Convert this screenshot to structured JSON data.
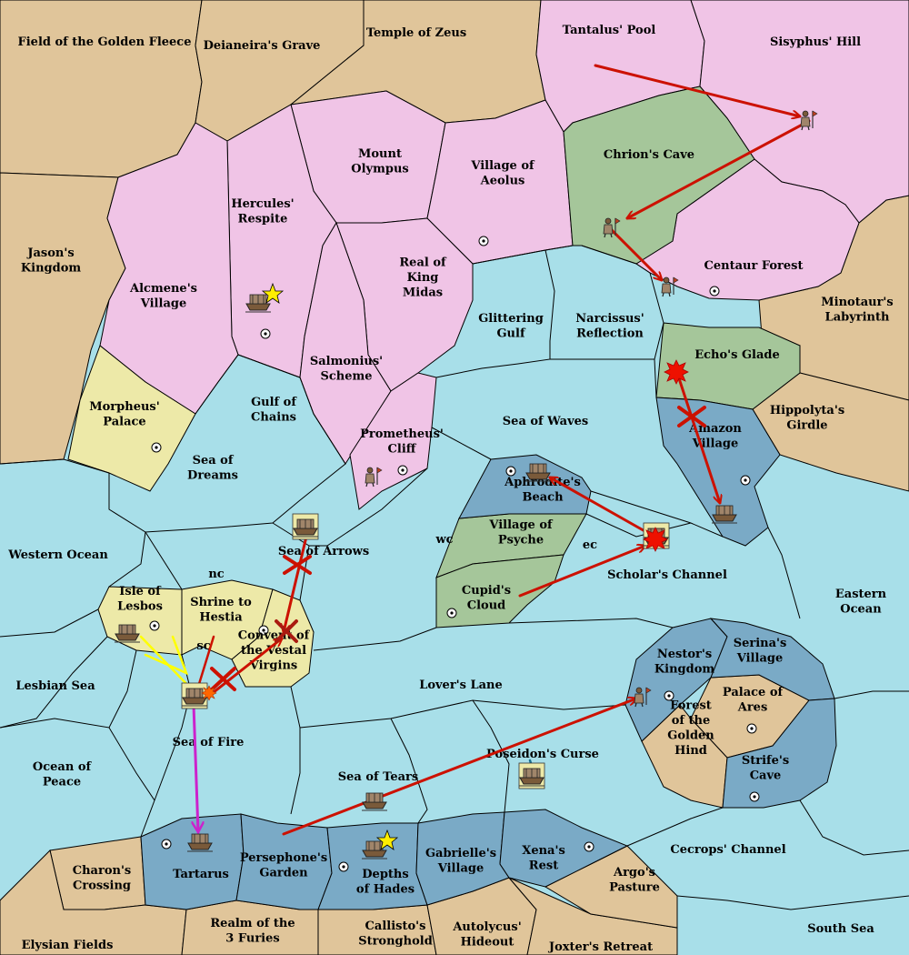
{
  "colors": {
    "land": "#e0c59a",
    "player_pink": "#f0c4e6",
    "player_green": "#a5c69a",
    "player_yellow": "#ede9a8",
    "sea": "#a8dfe9",
    "player_blue": "#7aaac6",
    "move_arrow": "#cc1100",
    "retreat_arrow": "#cc22cc",
    "support_arrow": "#ffff00",
    "supply_star": "#ffee00"
  },
  "territories": [
    {
      "key": "golden_fleece",
      "lines": [
        "Field of the Golden Fleece"
      ]
    },
    {
      "key": "deianeira",
      "lines": [
        "Deianeira's Grave"
      ]
    },
    {
      "key": "zeus",
      "lines": [
        "Temple of Zeus"
      ]
    },
    {
      "key": "tantalus",
      "lines": [
        "Tantalus' Pool"
      ]
    },
    {
      "key": "sisyphus",
      "lines": [
        "Sisyphus' Hill"
      ]
    },
    {
      "key": "olympus",
      "lines": [
        "Mount",
        "Olympus"
      ]
    },
    {
      "key": "aeolus",
      "lines": [
        "Village of",
        "Aeolus"
      ]
    },
    {
      "key": "chiron",
      "lines": [
        "Chrion's Cave"
      ]
    },
    {
      "key": "hercules",
      "lines": [
        "Hercules'",
        "Respite"
      ]
    },
    {
      "key": "jason",
      "lines": [
        "Jason's",
        "Kingdom"
      ]
    },
    {
      "key": "centaur",
      "lines": [
        "Centaur Forest"
      ]
    },
    {
      "key": "midas",
      "lines": [
        "Real of",
        "King",
        "Midas"
      ]
    },
    {
      "key": "alcmene",
      "lines": [
        "Alcmene's",
        "Village"
      ]
    },
    {
      "key": "minotaur",
      "lines": [
        "Minotaur's",
        "Labyrinth"
      ]
    },
    {
      "key": "glittering",
      "lines": [
        "Glittering",
        "Gulf"
      ]
    },
    {
      "key": "narcissus",
      "lines": [
        "Narcissus'",
        "Reflection"
      ]
    },
    {
      "key": "echo",
      "lines": [
        "Echo's Glade"
      ]
    },
    {
      "key": "salmonius",
      "lines": [
        "Salmonius'",
        "Scheme"
      ]
    },
    {
      "key": "morpheus",
      "lines": [
        "Morpheus'",
        "Palace"
      ]
    },
    {
      "key": "gulf_chains",
      "lines": [
        "Gulf of",
        "Chains"
      ]
    },
    {
      "key": "sea_waves",
      "lines": [
        "Sea of Waves"
      ]
    },
    {
      "key": "hippolyta",
      "lines": [
        "Hippolyta's",
        "Girdle"
      ]
    },
    {
      "key": "prometheus",
      "lines": [
        "Prometheus'",
        "Cliff"
      ]
    },
    {
      "key": "amazon",
      "lines": [
        "Amazon",
        "Village"
      ]
    },
    {
      "key": "sea_dreams",
      "lines": [
        "Sea of",
        "Dreams"
      ]
    },
    {
      "key": "aphrodite",
      "lines": [
        "Aphrodite's",
        "Beach"
      ]
    },
    {
      "key": "psyche",
      "lines": [
        "Village of",
        "Psyche"
      ]
    },
    {
      "key": "sea_arrows",
      "lines": [
        "Sea of Arrows"
      ]
    },
    {
      "key": "western",
      "lines": [
        "Western Ocean"
      ]
    },
    {
      "key": "scholar",
      "lines": [
        "Scholar's Channel"
      ]
    },
    {
      "key": "cupid",
      "lines": [
        "Cupid's",
        "Cloud"
      ]
    },
    {
      "key": "eastern",
      "lines": [
        "Eastern",
        "Ocean"
      ]
    },
    {
      "key": "lesbos",
      "lines": [
        "Isle of",
        "Lesbos"
      ]
    },
    {
      "key": "hestia",
      "lines": [
        "Shrine to",
        "Hestia"
      ]
    },
    {
      "key": "vestal",
      "lines": [
        "Convent of",
        "the Vestal",
        "Virgins"
      ]
    },
    {
      "key": "nestor",
      "lines": [
        "Nestor's",
        "Kingdom"
      ]
    },
    {
      "key": "serina",
      "lines": [
        "Serina's",
        "Village"
      ]
    },
    {
      "key": "lesbian",
      "lines": [
        "Lesbian Sea"
      ]
    },
    {
      "key": "lovers",
      "lines": [
        "Lover's Lane"
      ]
    },
    {
      "key": "ares",
      "lines": [
        "Palace of",
        "Ares"
      ]
    },
    {
      "key": "sea_fire",
      "lines": [
        "Sea of Fire"
      ]
    },
    {
      "key": "forest_hind",
      "lines": [
        "Forest",
        "of the",
        "Golden",
        "Hind"
      ]
    },
    {
      "key": "poseidon",
      "lines": [
        "Poseidon's Curse"
      ]
    },
    {
      "key": "strife",
      "lines": [
        "Strife's",
        "Cave"
      ]
    },
    {
      "key": "ocean_peace",
      "lines": [
        "Ocean of",
        "Peace"
      ]
    },
    {
      "key": "sea_tears",
      "lines": [
        "Sea of Tears"
      ]
    },
    {
      "key": "cecrops",
      "lines": [
        "Cecrops' Channel"
      ]
    },
    {
      "key": "charon",
      "lines": [
        "Charon's",
        "Crossing"
      ]
    },
    {
      "key": "tartarus",
      "lines": [
        "Tartarus"
      ]
    },
    {
      "key": "persephone",
      "lines": [
        "Persephone's",
        "Garden"
      ]
    },
    {
      "key": "hades",
      "lines": [
        "Depths",
        "of Hades"
      ]
    },
    {
      "key": "gabrielle",
      "lines": [
        "Gabrielle's",
        "Village"
      ]
    },
    {
      "key": "xena",
      "lines": [
        "Xena's",
        "Rest"
      ]
    },
    {
      "key": "argo",
      "lines": [
        "Argo's",
        "Pasture"
      ]
    },
    {
      "key": "south_sea",
      "lines": [
        "South Sea"
      ]
    },
    {
      "key": "elysian",
      "lines": [
        "Elysian Fields"
      ]
    },
    {
      "key": "furies",
      "lines": [
        "Realm of the",
        "3 Furies"
      ]
    },
    {
      "key": "callisto",
      "lines": [
        "Callisto's",
        "Stronghold"
      ]
    },
    {
      "key": "autolycus",
      "lines": [
        "Autolycus'",
        "Hideout"
      ]
    },
    {
      "key": "joxter",
      "lines": [
        "Joxter's Retreat"
      ]
    }
  ],
  "coast_labels": [
    {
      "key": "nc",
      "text": "nc"
    },
    {
      "key": "sc",
      "text": "sc"
    },
    {
      "key": "wc",
      "text": "wc"
    },
    {
      "key": "ec",
      "text": "ec"
    }
  ],
  "units": [
    {
      "type": "army",
      "territory": "Sisyphus' Hill"
    },
    {
      "type": "army",
      "territory": "Chrion's Cave"
    },
    {
      "type": "army",
      "territory": "Centaur Forest"
    },
    {
      "type": "army",
      "territory": "Prometheus' Cliff"
    },
    {
      "type": "army",
      "territory": "Nestor's Kingdom"
    },
    {
      "type": "fleet",
      "territory": "Alcmene's Village"
    },
    {
      "type": "fleet",
      "territory": "Aphrodite's Beach"
    },
    {
      "type": "fleet",
      "territory": "Amazon Village"
    },
    {
      "type": "fleet",
      "territory": "Sea of Arrows"
    },
    {
      "type": "fleet",
      "territory": "Scholar's Channel"
    },
    {
      "type": "fleet",
      "territory": "Isle of Lesbos"
    },
    {
      "type": "fleet",
      "territory": "Sea of Fire"
    },
    {
      "type": "fleet",
      "territory": "Tartarus"
    },
    {
      "type": "fleet",
      "territory": "Sea of Tears"
    },
    {
      "type": "fleet",
      "territory": "Poseidon's Curse"
    },
    {
      "type": "fleet",
      "territory": "Depths of Hades"
    }
  ]
}
